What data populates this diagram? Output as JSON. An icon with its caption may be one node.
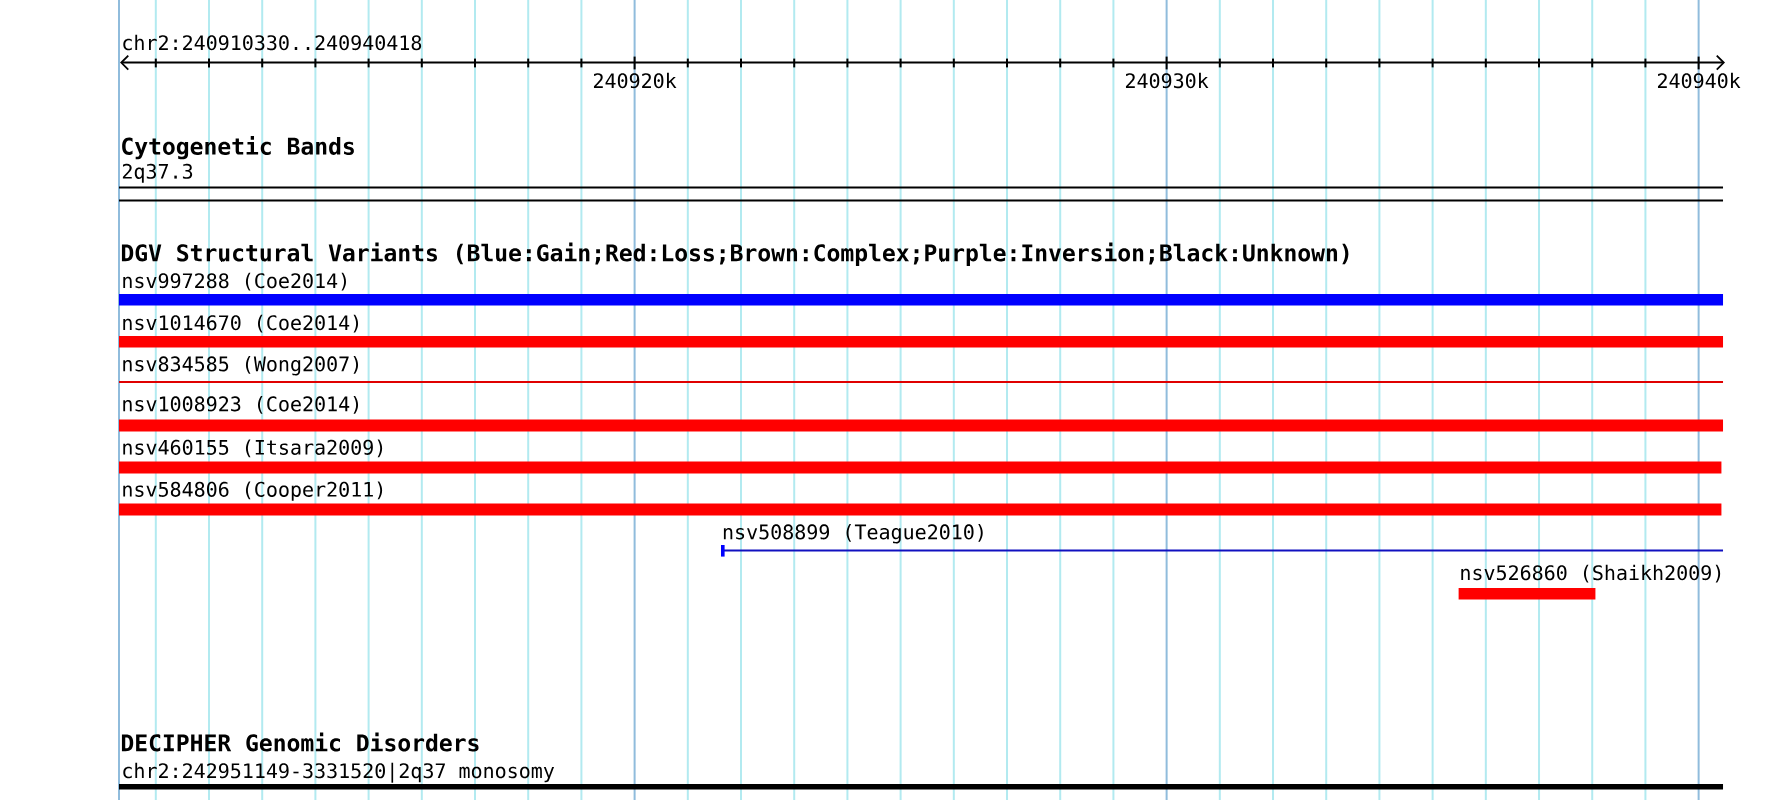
{
  "diagram": {
    "nodes": [
      {
        "text": [
          "2q37.3"
        ]
      },
      {
        "text": [
          "nsv997288 (Coe2014)"
        ]
      },
      {
        "text": [
          "nsv1014670 (Coe2014)"
        ]
      },
      {
        "text": [
          "nsv834585 (Wong2007)"
        ]
      },
      {
        "text": [
          "nsv1008923 (Coe2014)"
        ]
      },
      {
        "text": [
          "nsv460155 (Itsara2009)"
        ]
      },
      {
        "text": [
          "nsv584806 (Cooper2011)"
        ]
      },
      {
        "text": [
          "nsv508899 (Teague2010)"
        ]
      },
      {
        "text": [
          "nsv526860 (Shaikh2009)"
        ]
      },
      {
        "text": [
          "chr2:242951149-3331520|2q37 monosomy"
        ]
      }
    ],
    "labels": [
      "chr2:240910330..240940418",
      "240920k",
      "240930k",
      "240940k",
      "Cytogenetic Bands",
      "DGV Structural Variants (Blue:Gain;Red:Loss;Brown:Complex;Purple:Inversion;Black:Unknown)",
      "DECIPHER Genomic Disorders"
    ]
  }
}
